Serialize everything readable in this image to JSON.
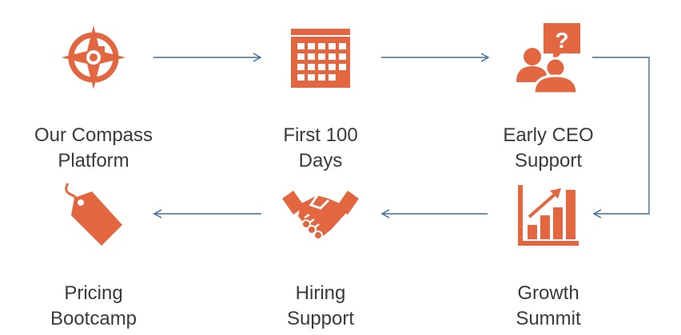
{
  "diagram": {
    "accent_color": "#e2663f",
    "connector_color": "#3e6b9a",
    "steps": [
      {
        "id": "compass",
        "icon": "compass-icon",
        "line1": "Our Compass",
        "line2": "Platform"
      },
      {
        "id": "first100",
        "icon": "calendar-icon",
        "line1": "First 100",
        "line2": "Days"
      },
      {
        "id": "ceo",
        "icon": "ceo-support-icon",
        "line1": "Early CEO",
        "line2": "Support"
      },
      {
        "id": "growth",
        "icon": "growth-chart-icon",
        "line1": "Growth",
        "line2": "Summit"
      },
      {
        "id": "hiring",
        "icon": "handshake-icon",
        "line1": "Hiring",
        "line2": "Support"
      },
      {
        "id": "pricing",
        "icon": "price-tag-icon",
        "line1": "Pricing",
        "line2": "Bootcamp"
      }
    ]
  }
}
